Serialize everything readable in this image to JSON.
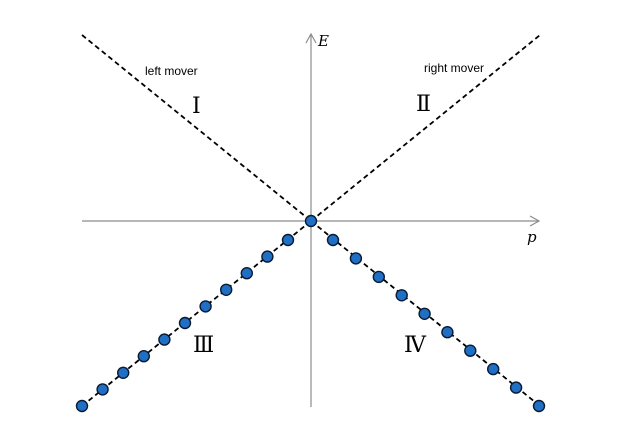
{
  "axes": {
    "x_label": "p",
    "y_label": "E"
  },
  "labels": {
    "left_mover": "left mover",
    "right_mover": "right mover"
  },
  "regions": {
    "I": "Ⅰ",
    "II": "Ⅱ",
    "III": "Ⅲ",
    "IV": "Ⅳ"
  },
  "colors": {
    "axis": "#8c8c8c",
    "line": "#000000",
    "dot_fill": "#1f6fc5",
    "dot_stroke": "#0a1a33"
  },
  "occupied_states": {
    "branch_lower_left_count": 11,
    "branch_lower_right_count": 10,
    "origin_dot": true
  }
}
